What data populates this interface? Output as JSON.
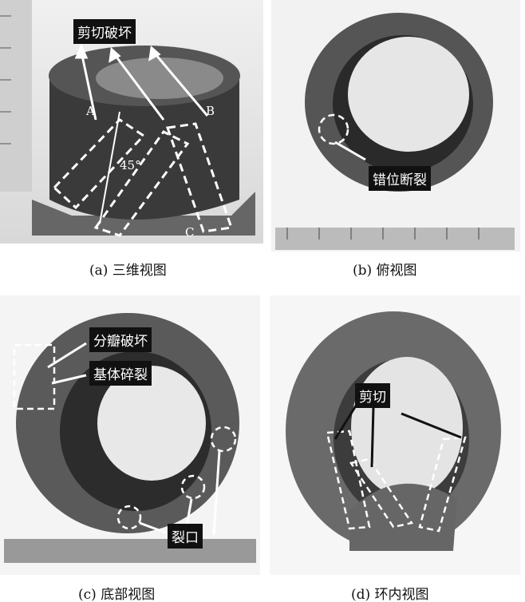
{
  "panels": [
    {
      "caption": "(a) 三维视图",
      "labels": [
        "剪切破坏"
      ],
      "markers": [
        "A",
        "B",
        "C",
        "45°"
      ]
    },
    {
      "caption": "(b) 俯视图",
      "labels": [
        "错位断裂"
      ]
    },
    {
      "caption": "(c) 底部视图",
      "labels": [
        "分瓣破坏",
        "基体碎裂",
        "裂口"
      ]
    },
    {
      "caption": "(d) 环内视图",
      "labels": [
        "剪切"
      ]
    }
  ]
}
